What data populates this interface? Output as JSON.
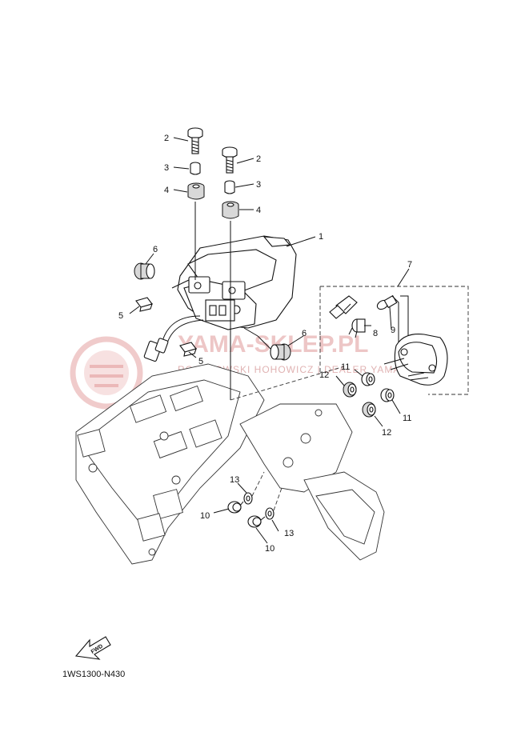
{
  "diagram_code": "1WS1300-N430",
  "fwd_label": "FWD",
  "watermark": {
    "brand": "YAMA-SKLEP.PL",
    "subtitle": "ROSTKOWSKI HOHOWICZ | DEALER YAMAHA",
    "color": "#e6a8a8"
  },
  "callouts": {
    "c1": "1",
    "c2a": "2",
    "c2b": "2",
    "c3a": "3",
    "c3b": "3",
    "c4a": "4",
    "c4b": "4",
    "c5a": "5",
    "c5b": "5",
    "c6a": "6",
    "c6b": "6",
    "c7": "7",
    "c8": "8",
    "c9": "9",
    "c10a": "10",
    "c10b": "10",
    "c11a": "11",
    "c11b": "11",
    "c12a": "12",
    "c12b": "12",
    "c13a": "13",
    "c13b": "13"
  }
}
